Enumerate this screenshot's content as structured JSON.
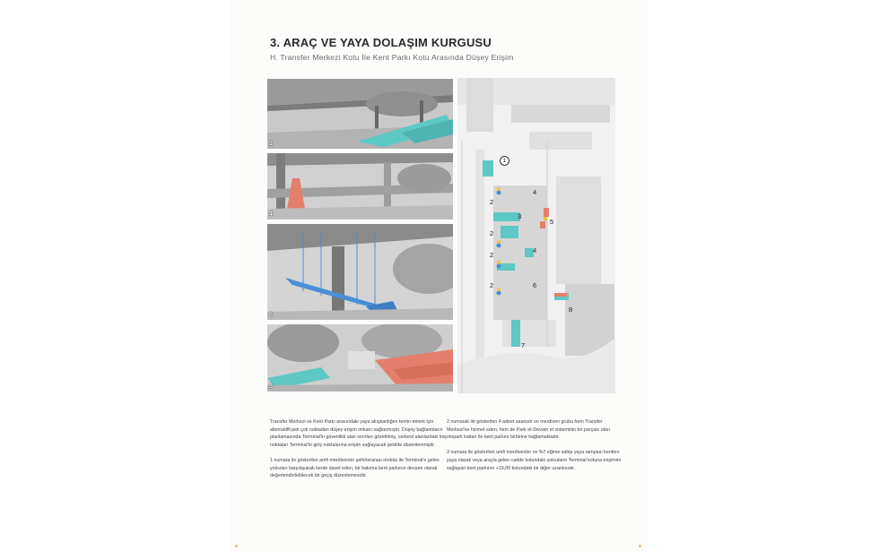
{
  "header": {
    "title": "3. ARAÇ VE YAYA DOLAŞIM KURGUSU",
    "subtitle": "H. Transfer Merkezi Kotu İle Kent Parkı Kotu Arasında Düşey Erişim"
  },
  "photos": [
    {
      "number": "1"
    },
    {
      "number": "4"
    },
    {
      "number": "6"
    },
    {
      "number": "8"
    }
  ],
  "map_labels": [
    "1",
    "2",
    "3",
    "4",
    "2",
    "4",
    "5",
    "2",
    "2",
    "6",
    "8",
    "7"
  ],
  "colors": {
    "teal": "#5ec8c4",
    "coral": "#e47f6b",
    "blue": "#4a8fd6",
    "yellow": "#f1c232"
  },
  "text": {
    "left": [
      "Transfer Merkezi ve Kent Parkı arasındaki yaya akışkanlığını temin etmek için alternatifli pek çok noktadan düşey erişim imkanı sağlanmıştır. Düşey bağlantıların planlamasında Terminal'in güvenlikli alan sınırları gözetilmiş, serbest alanlardaki iniş noktaları Terminal'in giriş noktalarına erişim sağlayacak şekilde düzenlenmiştir.",
      "1 numara ile gösterilen amfi merdivenler şehirlerarası otobüs ile Terminal'e gelen yolcuları karşılayarak kente davet eden, bir bakıma kent parkının devamı olarak değerlendirilebilecek bir geçiş düzenlemesidir."
    ],
    "right": [
      "2 numarak ile gösterilen 4 adeet asansör ve merdiven grubu hem Transfer Merkezi'ne hizmet eden, hem de Park et-Devam et sisteminin bir parçası olan otopark katları ile kent parkını birbirine bağlamaktadır.",
      "3 numara ile gösterilen amfi merdivenler ve %7 eğime sahip yaya rampası kentten yaya olarak veya araçla gelen cadde kotundaki yolcuların Terminal kotuna erişimini sağlayan kent parkının +19,00 kotundaki bir diğer uzantısıdır."
    ]
  }
}
